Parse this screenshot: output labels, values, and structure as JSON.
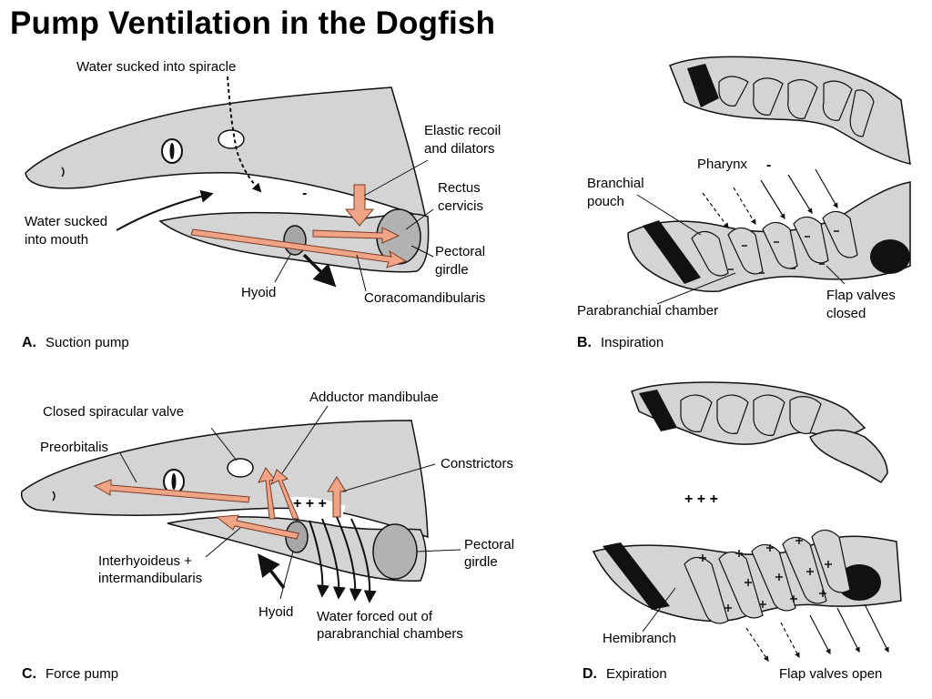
{
  "title": "Pump Ventilation in the Dogfish",
  "colors": {
    "body": "#d4d4d4",
    "outline": "#111111",
    "muscle": "#f0a486",
    "muscle_stroke": "#7a3a24",
    "hyoid": "#a6a6a6",
    "girdle": "#b2b2b2"
  },
  "panel_a": {
    "letter": "A.",
    "caption": "Suction pump",
    "labels": {
      "spiracle": "Water sucked into spiracle",
      "recoil_1": "Elastic recoil",
      "recoil_2": "and dilators",
      "rectus_1": "Rectus",
      "rectus_2": "cervicis",
      "mouth_1": "Water sucked",
      "mouth_2": "into mouth",
      "girdle_1": "Pectoral",
      "girdle_2": "girdle",
      "hyoid": "Hyoid",
      "coraco": "Coracomandibularis",
      "pressure": "-"
    }
  },
  "panel_b": {
    "letter": "B.",
    "caption": "Inspiration",
    "labels": {
      "pharynx": "Pharynx",
      "pharynx_sign": "-",
      "pouch_1": "Branchial",
      "pouch_2": "pouch",
      "chamber": "Parabranchial chamber",
      "flap_1": "Flap valves",
      "flap_2": "closed"
    }
  },
  "panel_c": {
    "letter": "C.",
    "caption": "Force pump",
    "labels": {
      "adductor": "Adductor mandibulae",
      "spiracular": "Closed spiracular valve",
      "preorbitalis": "Preorbitalis",
      "constrictors": "Constrictors",
      "inter_1": "Interhyoideus +",
      "inter_2": "intermandibularis",
      "girdle_1": "Pectoral",
      "girdle_2": "girdle",
      "hyoid": "Hyoid",
      "forced_1": "Water forced out of",
      "forced_2": "parabranchial chambers",
      "pressure": "+ + +"
    }
  },
  "panel_d": {
    "letter": "D.",
    "caption": "Expiration",
    "labels": {
      "pharynx_signs": "+ + +",
      "hemibranch": "Hemibranch",
      "flap": "Flap valves open"
    }
  }
}
